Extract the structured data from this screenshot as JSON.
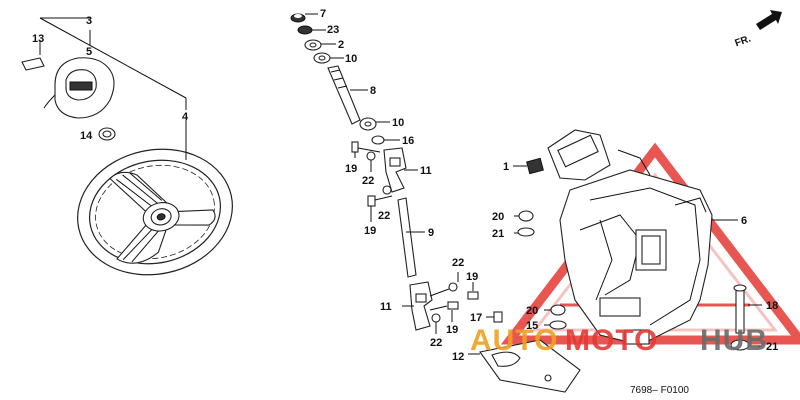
{
  "direction_label": "FR.",
  "diagram_code": "7698– F0100",
  "watermark": {
    "part1": "AUTO",
    "part2": "MOTO",
    "part3": "HUB",
    "color_orange": "#f0a020",
    "color_red": "#e53935",
    "color_gray": "#6b6b6b"
  },
  "callouts": {
    "n1": "1",
    "n2": "2",
    "n3": "3",
    "n4": "4",
    "n5": "5",
    "n6": "6",
    "n7": "7",
    "n8": "8",
    "n9": "9",
    "n10a": "10",
    "n10b": "10",
    "n11a": "11",
    "n11b": "11",
    "n12": "12",
    "n13": "13",
    "n14": "14",
    "n15": "15",
    "n16": "16",
    "n17": "17",
    "n18": "18",
    "n19a": "19",
    "n19b": "19",
    "n19c": "19",
    "n19d": "19",
    "n20a": "20",
    "n20b": "20",
    "n21a": "21",
    "n21b": "21",
    "n22a": "22",
    "n22b": "22",
    "n22c": "22",
    "n23": "23"
  }
}
